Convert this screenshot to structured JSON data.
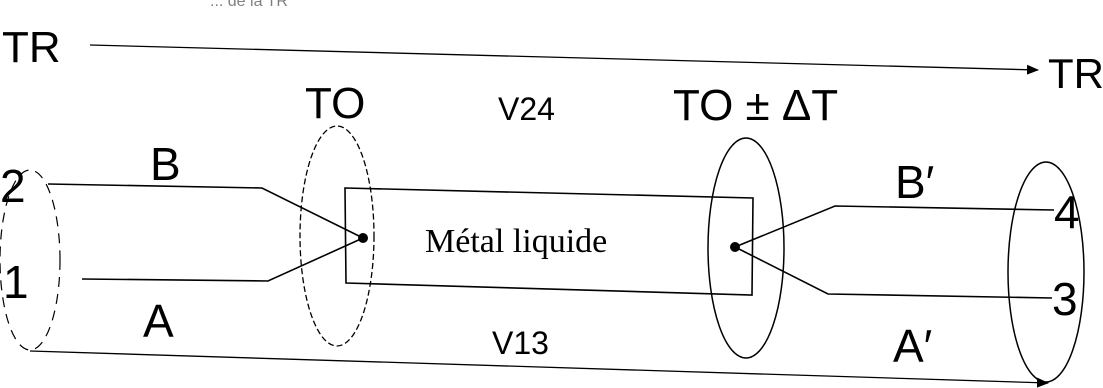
{
  "header_fragment": "... de la TR",
  "labels": {
    "tr_left": "TR",
    "tr_right": "TR",
    "t0_left": "TO",
    "t0_right": "TO ± ΔT",
    "v24": "V24",
    "v13": "V13",
    "b_left": "B",
    "a_left": "A",
    "b_right": "B′",
    "a_right": "A′",
    "n2": "2",
    "n1": "1",
    "n4": "4",
    "n3": "3",
    "metal": "Métal liquide"
  },
  "colors": {
    "ink": "#000000",
    "background": "#ffffff"
  }
}
